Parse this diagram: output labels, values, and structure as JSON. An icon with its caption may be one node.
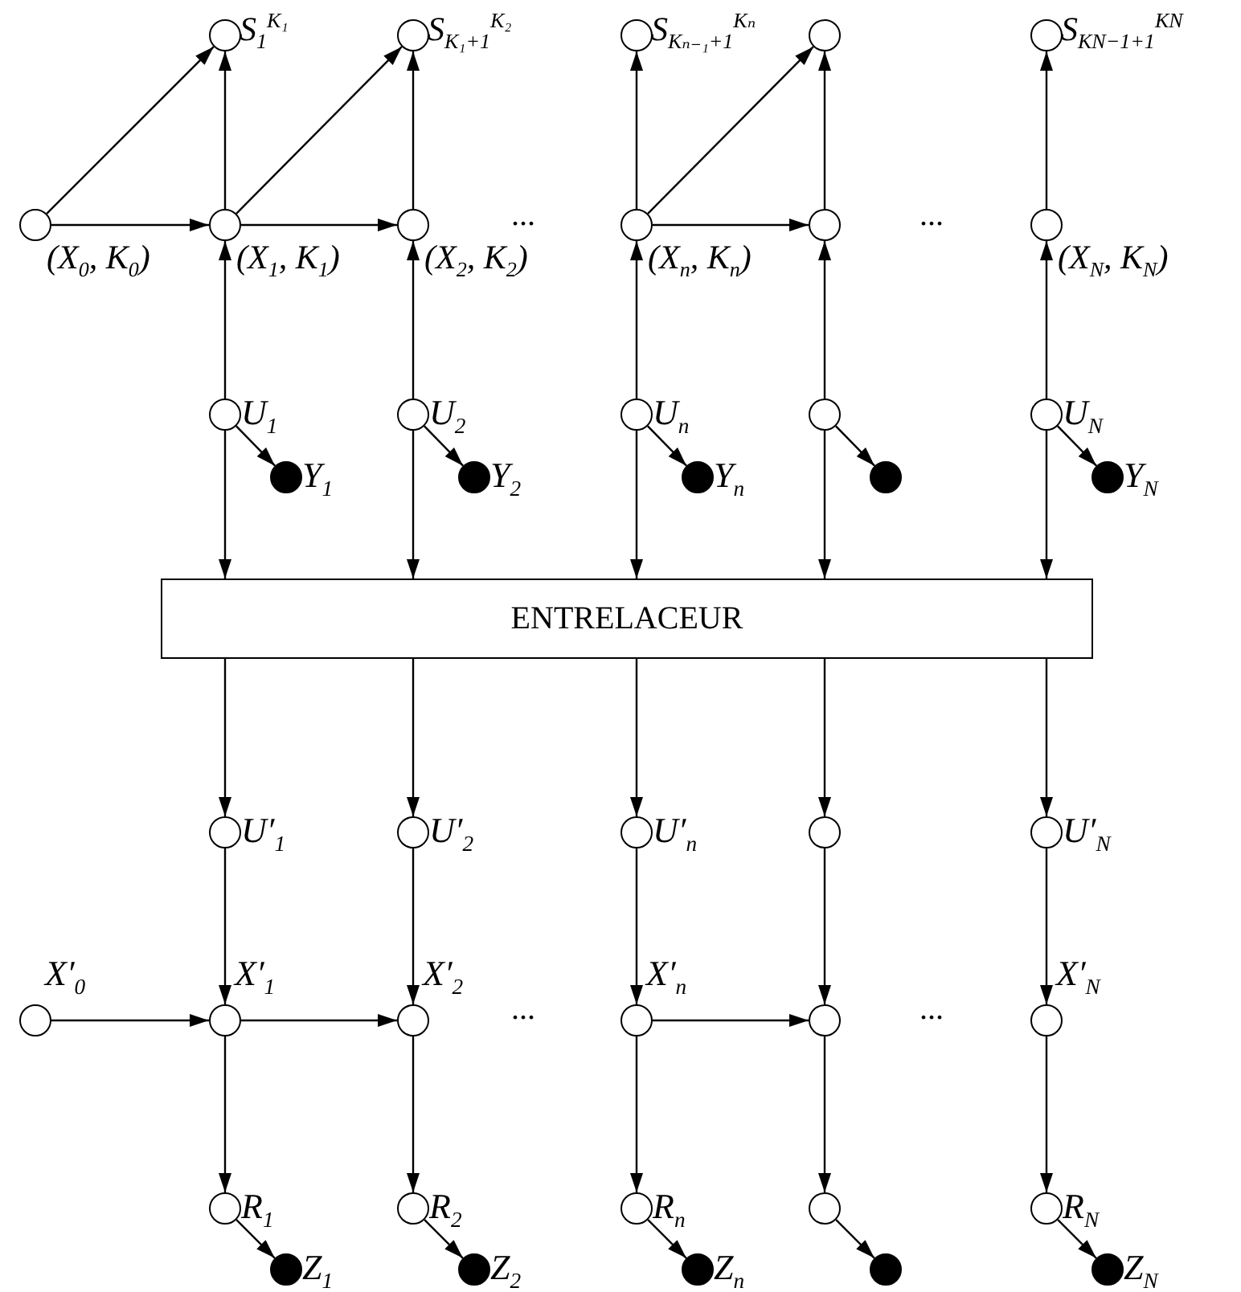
{
  "diagram": {
    "nodes": [
      {
        "text": [],
        "shape": "circle",
        "beside": [
          "S$_{1}$$^{K₁}$"
        ]
      },
      {
        "text": [],
        "shape": "circle",
        "beside": [
          "S$_{K₁+1}$$^{K₂}$"
        ]
      },
      {
        "text": [],
        "shape": "circle",
        "beside": [
          "S$_{Kₙ₋₁+1}$$^{Kₙ}$"
        ]
      },
      {
        "text": [],
        "shape": "circle"
      },
      {
        "text": [],
        "shape": "circle",
        "beside": [
          "S$_{KN−1+1}$$^{KN}$"
        ]
      },
      {
        "text": [],
        "shape": "circle",
        "beside": [
          "(X$_{0}$, K$_{0}$)"
        ]
      },
      {
        "text": [],
        "shape": "circle",
        "beside": [
          "(X$_{1}$, K$_{1}$)"
        ]
      },
      {
        "text": [],
        "shape": "circle",
        "beside": [
          "(X$_{2}$, K$_{2}$)"
        ]
      },
      {
        "text": [],
        "shape": "circle",
        "beside": [
          "(X$_{n}$, K$_{n}$)"
        ]
      },
      {
        "text": [],
        "shape": "circle"
      },
      {
        "text": [],
        "shape": "circle",
        "beside": [
          "(X$_{N}$, K$_{N}$)"
        ]
      },
      {
        "text": [],
        "shape": "circle",
        "beside": [
          "U$_{1}$"
        ]
      },
      {
        "text": [],
        "shape": "circle",
        "beside": [
          "U$_{2}$"
        ]
      },
      {
        "text": [],
        "shape": "circle",
        "beside": [
          "U$_{n}$"
        ]
      },
      {
        "text": [],
        "shape": "circle"
      },
      {
        "text": [],
        "shape": "circle",
        "beside": [
          "U$_{N}$"
        ]
      },
      {
        "text": [],
        "shape": "dot",
        "beside": [
          "Y$_{1}$"
        ]
      },
      {
        "text": [],
        "shape": "dot",
        "beside": [
          "Y$_{2}$"
        ]
      },
      {
        "text": [],
        "shape": "dot",
        "beside": [
          "Y$_{n}$"
        ]
      },
      {
        "text": [],
        "shape": "dot"
      },
      {
        "text": [],
        "shape": "dot",
        "beside": [
          "Y$_{N}$"
        ]
      },
      {
        "text": [
          "ENTRELACEUR"
        ]
      },
      {
        "text": [],
        "shape": "circle",
        "beside": [
          "U′$_{1}$"
        ]
      },
      {
        "text": [],
        "shape": "circle",
        "beside": [
          "U′$_{2}$"
        ]
      },
      {
        "text": [],
        "shape": "circle",
        "beside": [
          "U′$_{n}$"
        ]
      },
      {
        "text": [],
        "shape": "circle"
      },
      {
        "text": [],
        "shape": "circle",
        "beside": [
          "U′$_{N}$"
        ]
      },
      {
        "text": [],
        "shape": "circle",
        "beside": [
          "X′$_{0}$"
        ]
      },
      {
        "text": [],
        "shape": "circle",
        "beside": [
          "X′$_{1}$"
        ]
      },
      {
        "text": [],
        "shape": "circle",
        "beside": [
          "X′$_{2}$"
        ]
      },
      {
        "text": [],
        "shape": "circle",
        "beside": [
          "X′$_{n}$"
        ]
      },
      {
        "text": [],
        "shape": "circle"
      },
      {
        "text": [],
        "shape": "circle",
        "beside": [
          "X′$_{N}$"
        ]
      },
      {
        "text": [],
        "shape": "circle",
        "beside": [
          "R$_{1}$"
        ]
      },
      {
        "text": [],
        "shape": "circle",
        "beside": [
          "R$_{2}$"
        ]
      },
      {
        "text": [],
        "shape": "circle",
        "beside": [
          "R$_{n}$"
        ]
      },
      {
        "text": [],
        "shape": "circle"
      },
      {
        "text": [],
        "shape": "circle",
        "beside": [
          "R$_{N}$"
        ]
      },
      {
        "text": [],
        "shape": "dot",
        "beside": [
          "Z$_{1}$"
        ]
      },
      {
        "text": [],
        "shape": "dot",
        "beside": [
          "Z$_{2}$"
        ]
      },
      {
        "text": [],
        "shape": "dot",
        "beside": [
          "Z$_{n}$"
        ]
      },
      {
        "text": [],
        "shape": "dot"
      },
      {
        "text": [],
        "shape": "dot",
        "beside": [
          "Z$_{N}$"
        ]
      }
    ],
    "edges": [
      {
        "from": 5,
        "to": 6,
        "arrow": "to"
      },
      {
        "from": 6,
        "to": 7,
        "arrow": "to"
      },
      {
        "from": 8,
        "to": 9,
        "arrow": "to"
      },
      {
        "from": 5,
        "to": 0,
        "arrow": "to"
      },
      {
        "from": 6,
        "to": 1,
        "arrow": "to"
      },
      {
        "from": 8,
        "to": 3,
        "arrow": "to"
      },
      {
        "from": 6,
        "to": 0,
        "arrow": "to"
      },
      {
        "from": 7,
        "to": 1,
        "arrow": "to"
      },
      {
        "from": 8,
        "to": 2,
        "arrow": "to"
      },
      {
        "from": 9,
        "to": 3,
        "arrow": "to"
      },
      {
        "from": 10,
        "to": 4,
        "arrow": "to"
      },
      {
        "from": 11,
        "to": 6,
        "arrow": "to"
      },
      {
        "from": 12,
        "to": 7,
        "arrow": "to"
      },
      {
        "from": 13,
        "to": 8,
        "arrow": "to"
      },
      {
        "from": 14,
        "to": 9,
        "arrow": "to"
      },
      {
        "from": 15,
        "to": 10,
        "arrow": "to"
      },
      {
        "from": 11,
        "to": 16,
        "arrow": "to"
      },
      {
        "from": 12,
        "to": 17,
        "arrow": "to"
      },
      {
        "from": 13,
        "to": 18,
        "arrow": "to"
      },
      {
        "from": 14,
        "to": 19,
        "arrow": "to"
      },
      {
        "from": 15,
        "to": 20,
        "arrow": "to"
      },
      {
        "from": 11,
        "to": 21,
        "arrow": "to"
      },
      {
        "from": 12,
        "to": 21,
        "arrow": "to"
      },
      {
        "from": 13,
        "to": 21,
        "arrow": "to"
      },
      {
        "from": 14,
        "to": 21,
        "arrow": "to"
      },
      {
        "from": 15,
        "to": 21,
        "arrow": "to"
      },
      {
        "from": 21,
        "to": 22,
        "arrow": "to"
      },
      {
        "from": 21,
        "to": 23,
        "arrow": "to"
      },
      {
        "from": 21,
        "to": 24,
        "arrow": "to"
      },
      {
        "from": 21,
        "to": 25,
        "arrow": "to"
      },
      {
        "from": 21,
        "to": 26,
        "arrow": "to"
      },
      {
        "from": 22,
        "to": 28,
        "arrow": "to"
      },
      {
        "from": 23,
        "to": 29,
        "arrow": "to"
      },
      {
        "from": 24,
        "to": 30,
        "arrow": "to"
      },
      {
        "from": 25,
        "to": 31,
        "arrow": "to"
      },
      {
        "from": 26,
        "to": 32,
        "arrow": "to"
      },
      {
        "from": 27,
        "to": 28,
        "arrow": "to"
      },
      {
        "from": 28,
        "to": 29,
        "arrow": "to"
      },
      {
        "from": 30,
        "to": 31,
        "arrow": "to"
      },
      {
        "from": 28,
        "to": 33,
        "arrow": "to"
      },
      {
        "from": 29,
        "to": 34,
        "arrow": "to"
      },
      {
        "from": 30,
        "to": 35,
        "arrow": "to"
      },
      {
        "from": 31,
        "to": 36,
        "arrow": "to"
      },
      {
        "from": 32,
        "to": 37,
        "arrow": "to"
      },
      {
        "from": 33,
        "to": 38,
        "arrow": "to"
      },
      {
        "from": 34,
        "to": 39,
        "arrow": "to"
      },
      {
        "from": 35,
        "to": 40,
        "arrow": "to"
      },
      {
        "from": 36,
        "to": 41,
        "arrow": "to"
      },
      {
        "from": 37,
        "to": 42,
        "arrow": "to"
      }
    ],
    "labels": [
      "...",
      "...",
      "...",
      "..."
    ]
  }
}
